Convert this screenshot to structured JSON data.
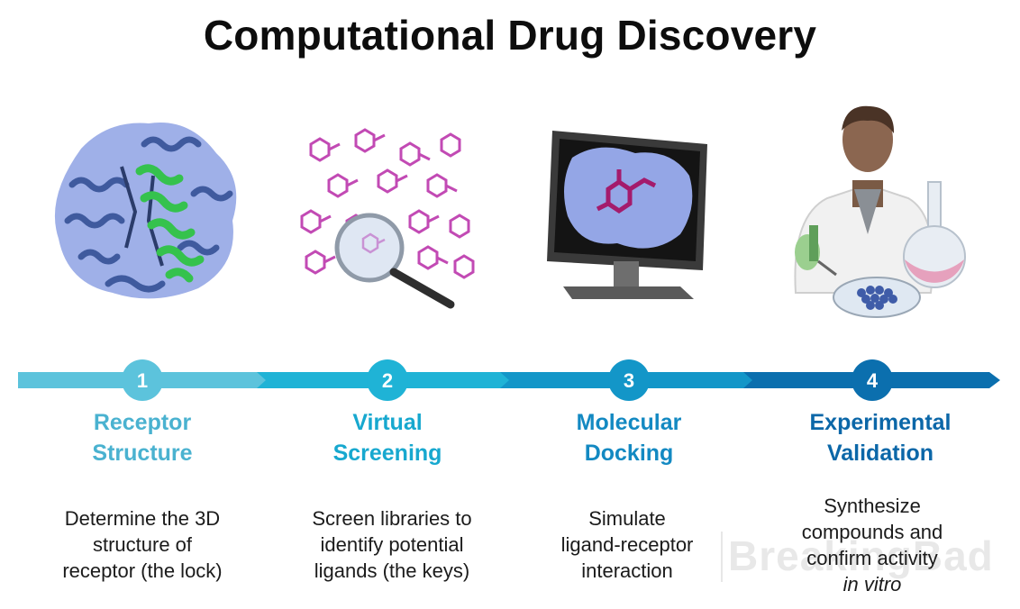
{
  "title": "Computational Drug Discovery",
  "colors": {
    "step1": "#5cc3dc",
    "step2": "#1fb3d6",
    "step3": "#1396c8",
    "step4": "#0b6fae"
  },
  "steps": [
    {
      "number": "1",
      "heading": [
        "Receptor",
        "Structure"
      ],
      "description": [
        "Determine the 3D",
        "structure of",
        "receptor (the lock)"
      ],
      "icon": "protein-structure-icon"
    },
    {
      "number": "2",
      "heading": [
        "Virtual",
        "Screening"
      ],
      "description": [
        "Screen libraries to",
        "identify potential",
        "ligands (the keys)"
      ],
      "icon": "molecule-library-magnifier-icon"
    },
    {
      "number": "3",
      "heading": [
        "Molecular",
        "Docking"
      ],
      "description": [
        "Simulate",
        "ligand-receptor",
        "interaction"
      ],
      "icon": "docking-monitor-icon"
    },
    {
      "number": "4",
      "heading": [
        "Experimental",
        "Validation"
      ],
      "description": [
        "Synthesize",
        "compounds and",
        "confirm activity",
        "in vitro"
      ],
      "icon": "scientist-lab-icon"
    }
  ],
  "watermark": "BreakingBad"
}
